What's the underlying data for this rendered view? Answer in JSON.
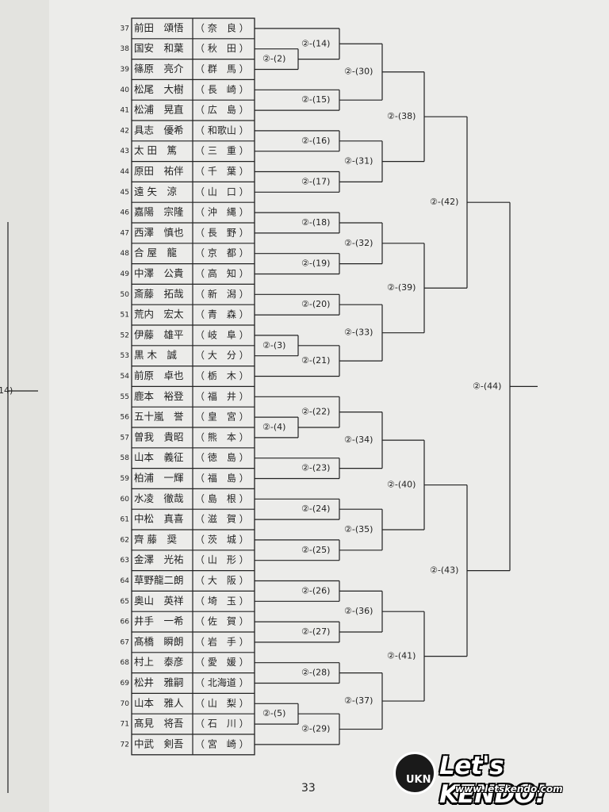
{
  "left_page": {
    "fragment": "14)"
  },
  "page_number": "33",
  "entries": [
    {
      "num": "37",
      "name": "前田　頌悟",
      "pref": "（ 奈　良 ）"
    },
    {
      "num": "38",
      "name": "国安　和葉",
      "pref": "（ 秋　田 ）"
    },
    {
      "num": "39",
      "name": "篠原　亮介",
      "pref": "（ 群　馬 ）"
    },
    {
      "num": "40",
      "name": "松尾　大樹",
      "pref": "（ 長　崎 ）"
    },
    {
      "num": "41",
      "name": "松浦　晃直",
      "pref": "（ 広　島 ）"
    },
    {
      "num": "42",
      "name": "具志　優希",
      "pref": "（ 和歌山 ）"
    },
    {
      "num": "43",
      "name": "太 田　篤",
      "pref": "（ 三　重 ）"
    },
    {
      "num": "44",
      "name": "原田　祐伴",
      "pref": "（ 千　葉 ）"
    },
    {
      "num": "45",
      "name": "遠 矢　涼",
      "pref": "（ 山　口 ）"
    },
    {
      "num": "46",
      "name": "嘉陽　宗隆",
      "pref": "（ 沖　縄 ）"
    },
    {
      "num": "47",
      "name": "西澤　慎也",
      "pref": "（ 長　野 ）"
    },
    {
      "num": "48",
      "name": "合 屋　龍",
      "pref": "（ 京　都 ）"
    },
    {
      "num": "49",
      "name": "中澤　公貴",
      "pref": "（ 高　知 ）"
    },
    {
      "num": "50",
      "name": "斎藤　拓哉",
      "pref": "（ 新　潟 ）"
    },
    {
      "num": "51",
      "name": "荒内　宏太",
      "pref": "（ 青　森 ）"
    },
    {
      "num": "52",
      "name": "伊藤　雄平",
      "pref": "（ 岐　阜 ）"
    },
    {
      "num": "53",
      "name": "黒 木　誠",
      "pref": "（ 大　分 ）"
    },
    {
      "num": "54",
      "name": "前原　卓也",
      "pref": "（ 栃　木 ）"
    },
    {
      "num": "55",
      "name": "鹿本　裕登",
      "pref": "（ 福　井 ）"
    },
    {
      "num": "56",
      "name": "五十嵐　誉",
      "pref": "（ 皇　宮 ）"
    },
    {
      "num": "57",
      "name": "曽我　貴昭",
      "pref": "（ 熊　本 ）"
    },
    {
      "num": "58",
      "name": "山本　義征",
      "pref": "（ 徳　島 ）"
    },
    {
      "num": "59",
      "name": "柏浦　一輝",
      "pref": "（ 福　島 ）"
    },
    {
      "num": "60",
      "name": "水凌　徹哉",
      "pref": "（ 島　根 ）"
    },
    {
      "num": "61",
      "name": "中松　真喜",
      "pref": "（ 滋　賀 ）"
    },
    {
      "num": "62",
      "name": "齊 藤　奨",
      "pref": "（ 茨　城 ）"
    },
    {
      "num": "63",
      "name": "金澤　光祐",
      "pref": "（ 山　形 ）"
    },
    {
      "num": "64",
      "name": "草野龍二朗",
      "pref": "（ 大　阪 ）"
    },
    {
      "num": "65",
      "name": "奥山　英祥",
      "pref": "（ 埼　玉 ）"
    },
    {
      "num": "66",
      "name": "井手　一希",
      "pref": "（ 佐　賀 ）"
    },
    {
      "num": "67",
      "name": "髙橋　瞬朗",
      "pref": "（ 岩　手 ）"
    },
    {
      "num": "68",
      "name": "村上　泰彦",
      "pref": "（ 愛　媛 ）"
    },
    {
      "num": "69",
      "name": "松井　雅嗣",
      "pref": "（ 北海道 ）"
    },
    {
      "num": "70",
      "name": "山本　雅人",
      "pref": "（ 山　梨 ）"
    },
    {
      "num": "71",
      "name": "髙見　将吾",
      "pref": "（ 石　川 ）"
    },
    {
      "num": "72",
      "name": "中武　剣吾",
      "pref": "（ 宮　崎 ）"
    }
  ],
  "matches": [
    "②-(2)",
    "②-(3)",
    "②-(4)",
    "②-(5)",
    "②-(14)",
    "②-(15)",
    "②-(16)",
    "②-(17)",
    "②-(18)",
    "②-(19)",
    "②-(20)",
    "②-(21)",
    "②-(22)",
    "②-(23)",
    "②-(24)",
    "②-(25)",
    "②-(26)",
    "②-(27)",
    "②-(28)",
    "②-(29)",
    "②-(30)",
    "②-(31)",
    "②-(32)",
    "②-(33)",
    "②-(34)",
    "②-(35)",
    "②-(36)",
    "②-(37)",
    "②-(38)",
    "②-(39)",
    "②-(40)",
    "②-(41)",
    "②-(42)",
    "②-(43)",
    "②-(44)"
  ],
  "logo": {
    "mark": "UKN",
    "title": "Let's KENDO!",
    "url": "www.letskendo.com"
  }
}
